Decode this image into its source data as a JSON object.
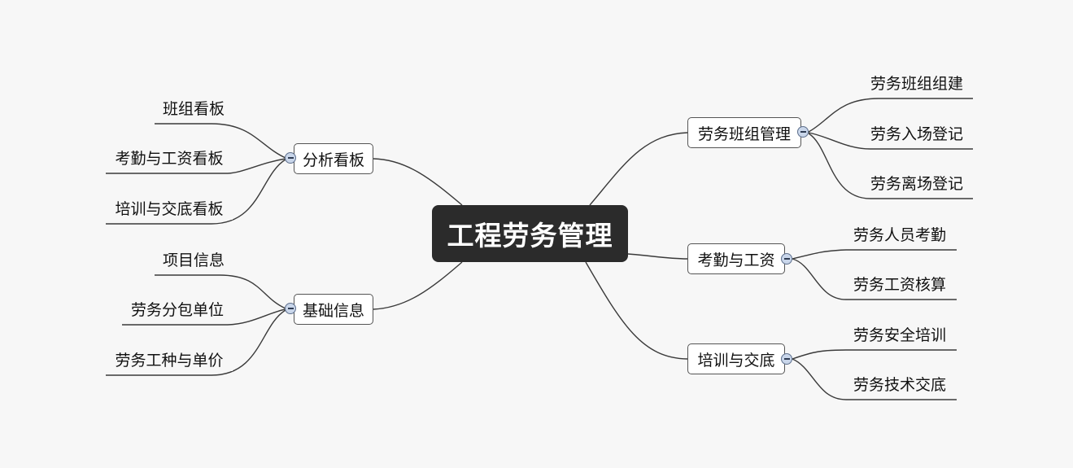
{
  "mindmap": {
    "root": "工程劳务管理",
    "left": [
      {
        "label": "分析看板",
        "children": [
          "班组看板",
          "考勤与工资看板",
          "培训与交底看板"
        ]
      },
      {
        "label": "基础信息",
        "children": [
          "项目信息",
          "劳务分包单位",
          "劳务工种与单价"
        ]
      }
    ],
    "right": [
      {
        "label": "劳务班组管理",
        "children": [
          "劳务班组组建",
          "劳务入场登记",
          "劳务离场登记"
        ]
      },
      {
        "label": "考勤与工资",
        "children": [
          "劳务人员考勤",
          "劳务工资核算"
        ]
      },
      {
        "label": "培训与交底",
        "children": [
          "劳务安全培训",
          "劳务技术交底"
        ]
      }
    ]
  },
  "colors": {
    "background": "#f7f7f7",
    "root_fill": "#2b2b2b",
    "root_text": "#ffffff",
    "line": "#3a3a3a",
    "toggle_fill": "#c9d6ea"
  }
}
